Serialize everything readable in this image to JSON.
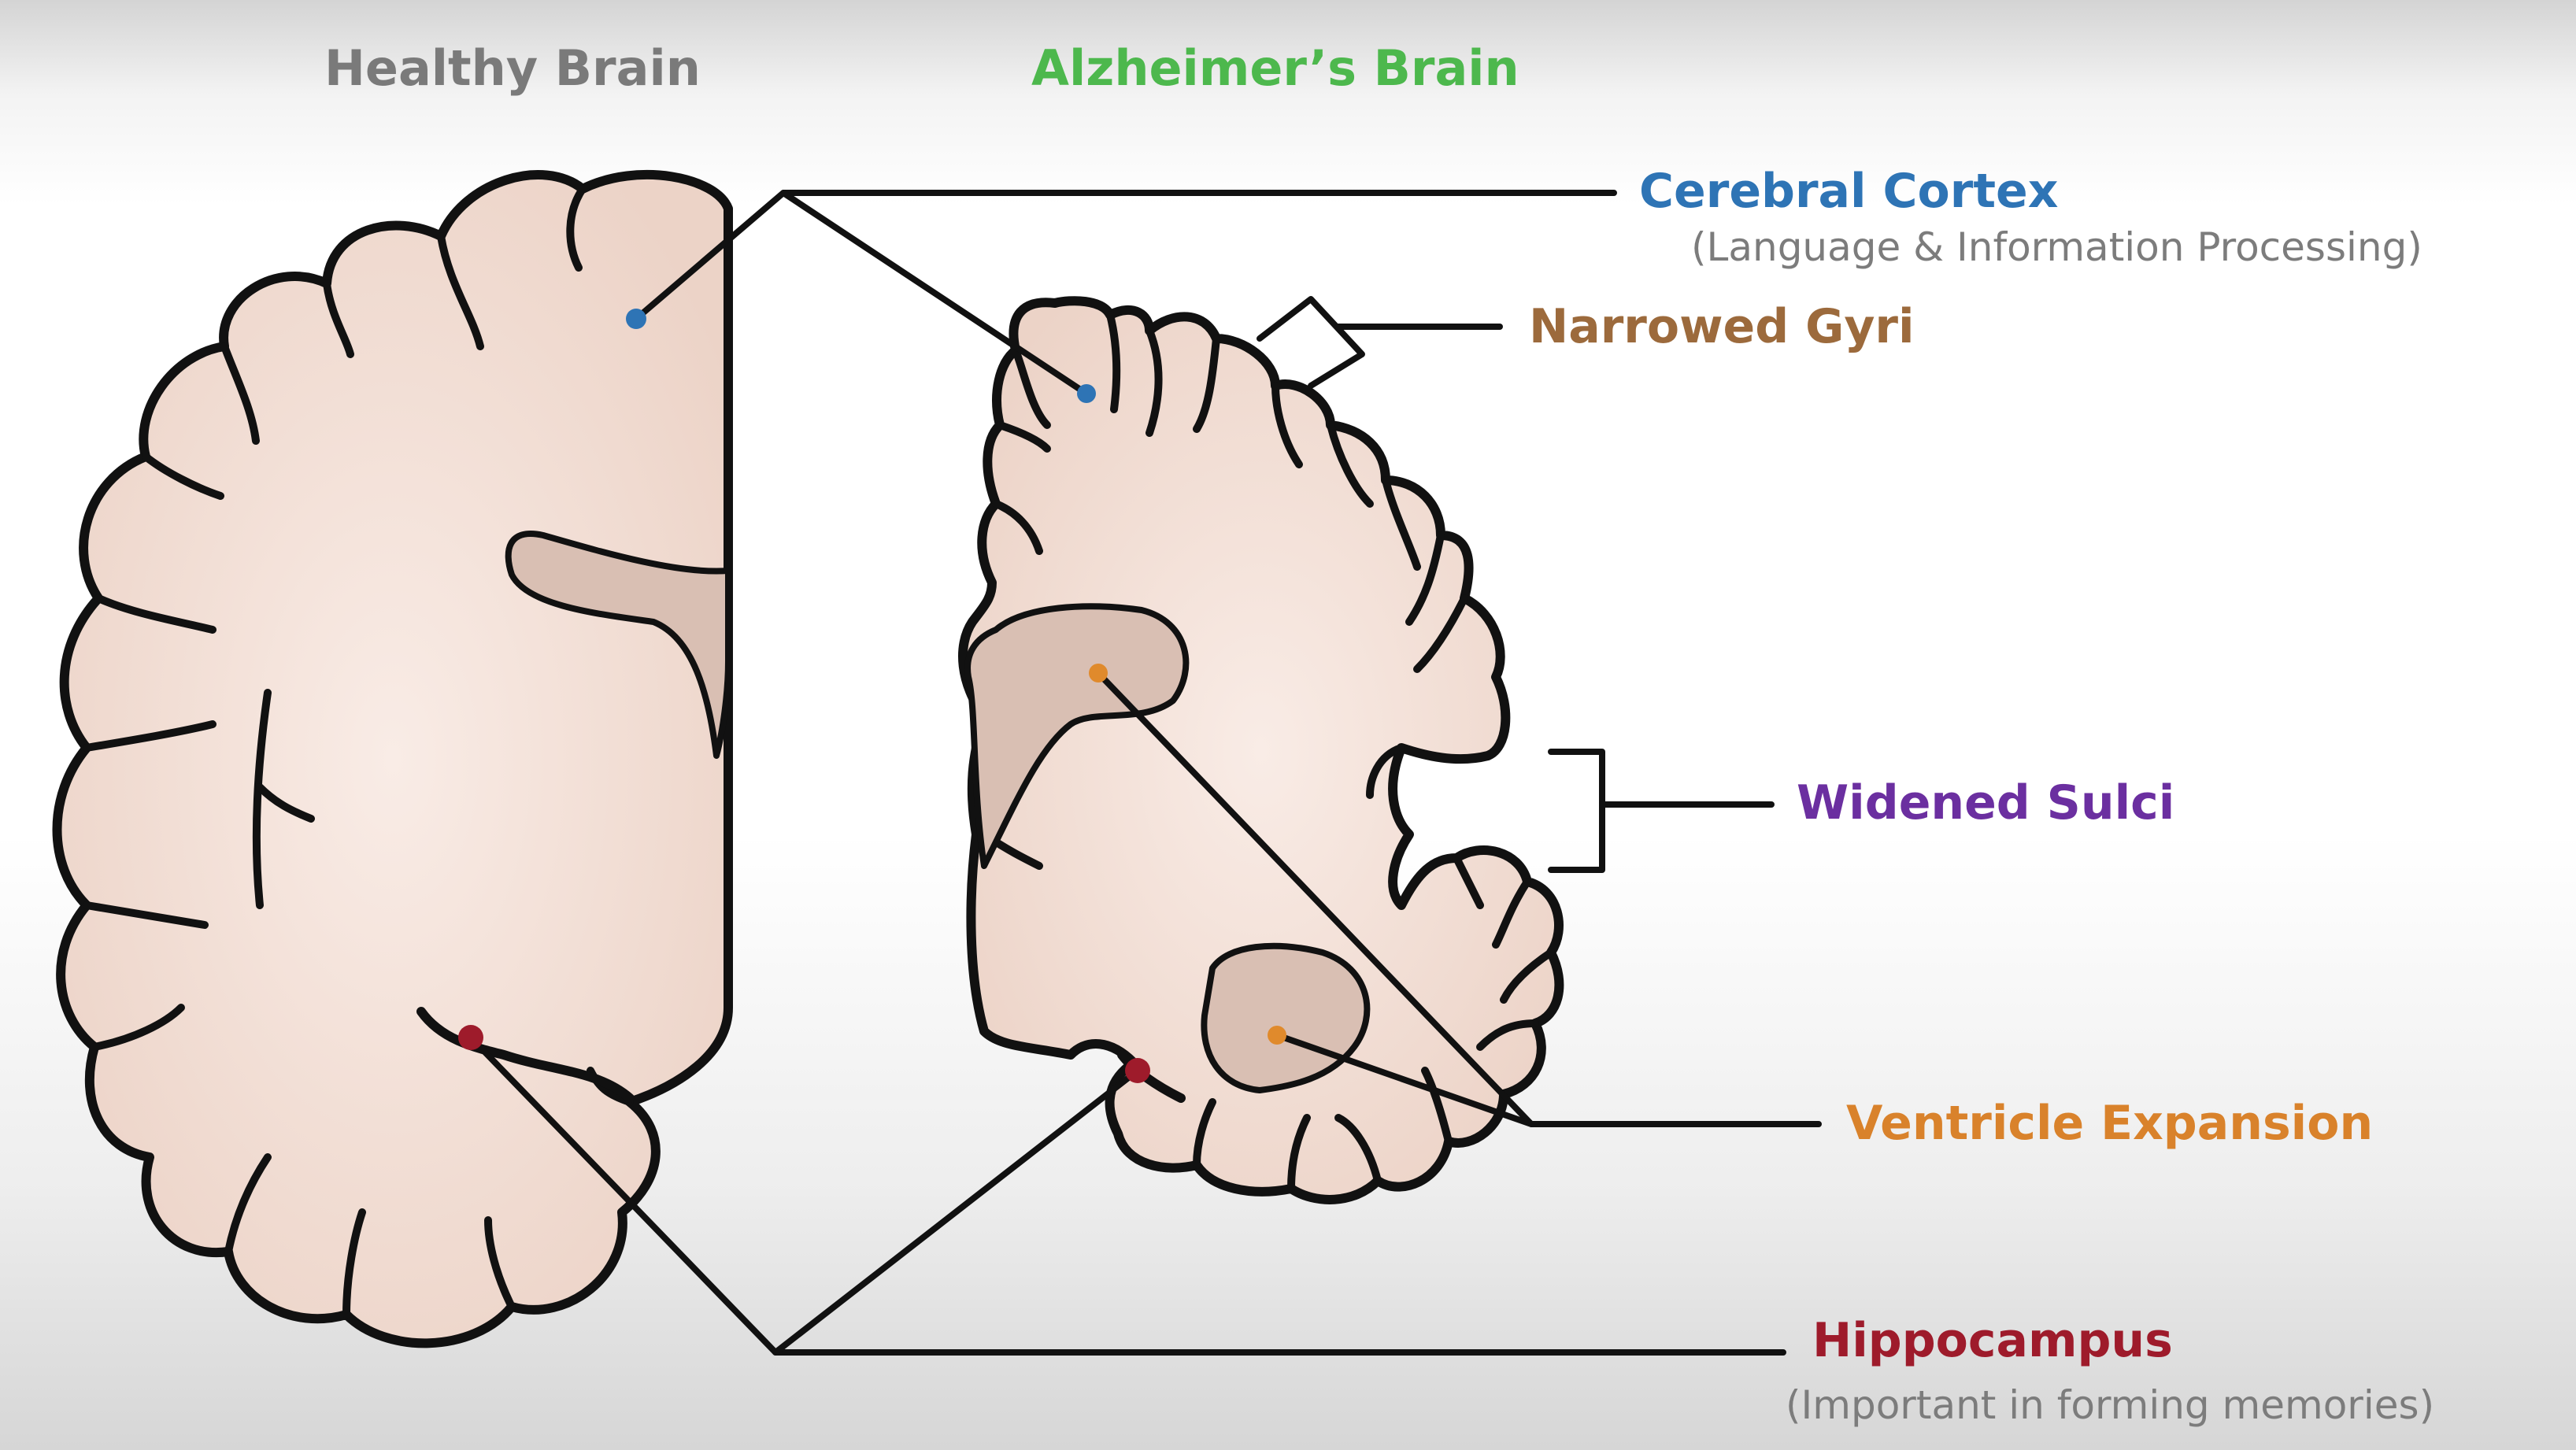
{
  "titles": {
    "healthy": "Healthy Brain",
    "alzheimers": "Alzheimer’s Brain"
  },
  "labels": {
    "cerebral_cortex": {
      "name": "Cerebral Cortex",
      "note": "(Language & Information Processing)"
    },
    "narrowed_gyri": {
      "name": "Narrowed Gyri"
    },
    "widened_sulci": {
      "name": "Widened Sulci"
    },
    "ventricle_expansion": {
      "name": "Ventricle Expansion"
    },
    "hippocampus": {
      "name": "Hippocampus",
      "note": "(Important in forming memories)"
    }
  },
  "colors": {
    "healthy_title": "#7a7a7a",
    "alzheimers_title": "#4db84d",
    "cerebral_cortex": "#2e74b5",
    "narrowed_gyri": "#9c6a3c",
    "widened_sulci": "#6b2fa0",
    "ventricle_expansion": "#d9822b",
    "hippocampus": "#9e1b2b",
    "brain_fill": "#f1ddd3",
    "ventricle_fill": "#d9bfb3",
    "outline": "#111111"
  }
}
